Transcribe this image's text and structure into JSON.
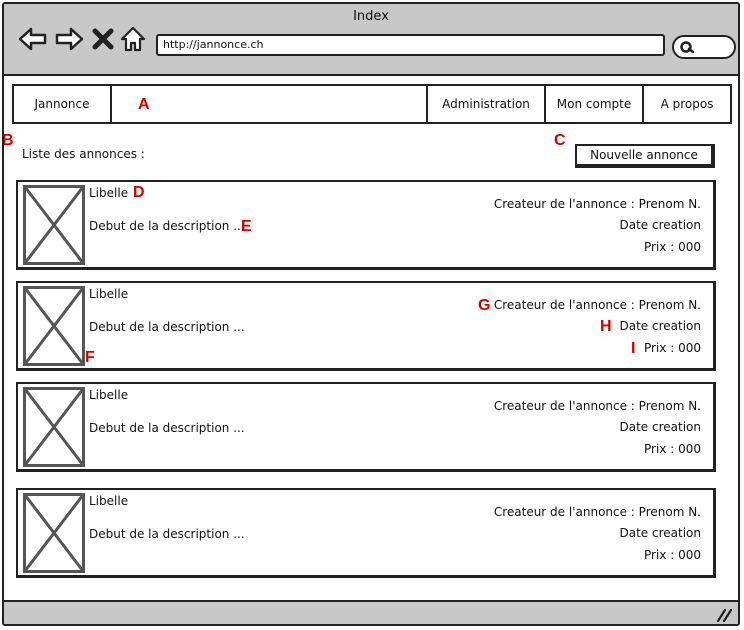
{
  "window": {
    "title": "Index"
  },
  "browser": {
    "url": "http://jannonce.ch"
  },
  "menu": {
    "items": [
      {
        "label": "Jannonce"
      },
      {
        "label": "Administration"
      },
      {
        "label": "Mon compte"
      },
      {
        "label": "A propos"
      }
    ]
  },
  "annotations": [
    "A",
    "B",
    "C",
    "D",
    "E",
    "F",
    "G",
    "H",
    "I"
  ],
  "annotation_color": "#d00000",
  "content": {
    "list_title": "Liste des annonces :",
    "new_button": "Nouvelle annonce"
  },
  "listings": [
    {
      "title": "Libelle",
      "description": "Debut de la description ...",
      "creator": "Createur de l'annonce : Prenom N.",
      "date": "Date creation",
      "price": "Prix : 000"
    },
    {
      "title": "Libelle",
      "description": "Debut de la description ...",
      "creator": "Createur de l'annonce : Prenom N.",
      "date": "Date creation",
      "price": "Prix : 000"
    },
    {
      "title": "Libelle",
      "description": "Debut de la description ...",
      "creator": "Createur de l'annonce : Prenom N.",
      "date": "Date creation",
      "price": "Prix : 000"
    },
    {
      "title": "Libelle",
      "description": "Debut de la description ...",
      "creator": "Createur de l'annonce : Prenom N.",
      "date": "Date creation",
      "price": "Prix : 000"
    }
  ],
  "icons": [
    "back-arrow-icon",
    "forward-arrow-icon",
    "close-icon",
    "home-icon",
    "search-icon",
    "image-placeholder-icon",
    "resize-grip-icon"
  ]
}
